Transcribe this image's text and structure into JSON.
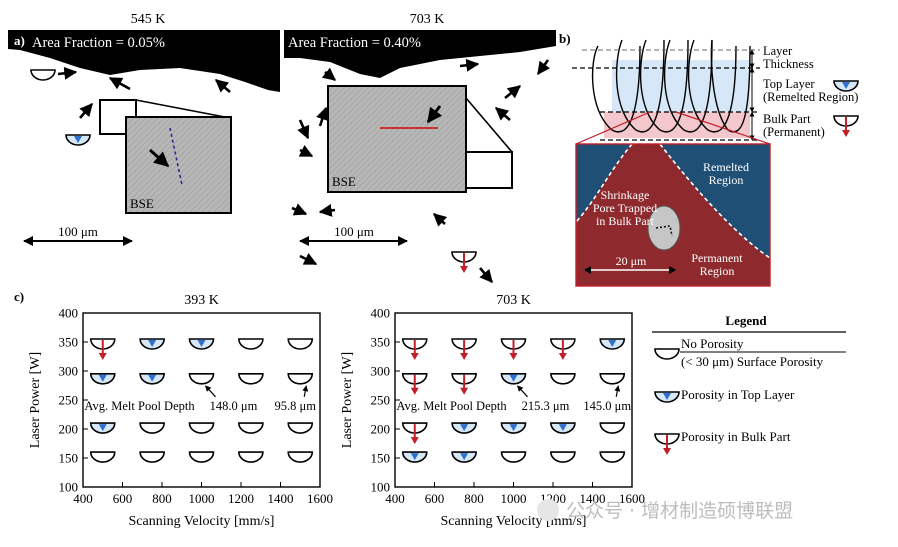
{
  "panel_a": {
    "label": "a)",
    "left": {
      "temp": "545 K",
      "area_fraction": "Area Fraction = 0.05%",
      "inset_label": "BSE",
      "scale": "100 μm"
    },
    "right": {
      "temp": "703 K",
      "area_fraction": "Area Fraction = 0.40%",
      "inset_label": "BSE",
      "scale": "100 μm"
    }
  },
  "panel_b": {
    "label": "b)",
    "labels": {
      "layer_thickness_1": "Layer",
      "layer_thickness_2": "Thickness",
      "top_layer_1": "Top Layer",
      "top_layer_2": "(Remelted Region)",
      "bulk_part_1": "Bulk Part",
      "bulk_part_2": "(Permanent)"
    },
    "micrograph": {
      "remelted_1": "Remelted",
      "remelted_2": "Region",
      "shrinkage_1": "Shrinkage",
      "shrinkage_2": "Pore Trapped",
      "shrinkage_3": "in Bulk Part",
      "permanent_1": "Permanent",
      "permanent_2": "Region",
      "scale": "20 μm"
    }
  },
  "panel_c": {
    "label": "c)"
  },
  "legend": {
    "title": "Legend",
    "no_porosity_1": "No Porosity",
    "no_porosity_2": "(< 30 μm) Surface Porosity",
    "top_layer": "Porosity in Top Layer",
    "bulk_part": "Porosity in Bulk Part"
  },
  "colors": {
    "top_layer_blue": "#2f6fd0",
    "bulk_red": "#c21f2a",
    "remelted_fill": "#d6e8f7",
    "bulk_fill": "#f3c7cc"
  },
  "watermark": "公众号 · 增材制造硕博联盟",
  "chart_data": [
    {
      "type": "scatter",
      "title": "393 K",
      "xlabel": "Scanning Velocity [mm/s]",
      "ylabel": "Laser Power [W]",
      "xlim": [
        400,
        1600
      ],
      "ylim": [
        100,
        400
      ],
      "xticks": [
        400,
        600,
        800,
        1000,
        1200,
        1400,
        1600
      ],
      "yticks": [
        100,
        150,
        200,
        250,
        300,
        350,
        400
      ],
      "marker_legend": {
        "N": "No Porosity",
        "T": "Porosity in Top Layer",
        "B": "Porosity in Bulk Part"
      },
      "points": [
        {
          "x": 500,
          "y": 350,
          "m": "B"
        },
        {
          "x": 750,
          "y": 350,
          "m": "T"
        },
        {
          "x": 1000,
          "y": 350,
          "m": "T"
        },
        {
          "x": 1250,
          "y": 350,
          "m": "N"
        },
        {
          "x": 1500,
          "y": 350,
          "m": "N"
        },
        {
          "x": 500,
          "y": 290,
          "m": "T"
        },
        {
          "x": 750,
          "y": 290,
          "m": "T"
        },
        {
          "x": 1000,
          "y": 290,
          "m": "N"
        },
        {
          "x": 1250,
          "y": 290,
          "m": "N"
        },
        {
          "x": 1500,
          "y": 290,
          "m": "N"
        },
        {
          "x": 500,
          "y": 205,
          "m": "T"
        },
        {
          "x": 750,
          "y": 205,
          "m": "N"
        },
        {
          "x": 1000,
          "y": 205,
          "m": "N"
        },
        {
          "x": 1250,
          "y": 205,
          "m": "N"
        },
        {
          "x": 1500,
          "y": 205,
          "m": "N"
        },
        {
          "x": 500,
          "y": 155,
          "m": "N"
        },
        {
          "x": 750,
          "y": 155,
          "m": "N"
        },
        {
          "x": 1000,
          "y": 155,
          "m": "N"
        },
        {
          "x": 1250,
          "y": 155,
          "m": "N"
        },
        {
          "x": 1500,
          "y": 155,
          "m": "N"
        }
      ],
      "annotation": {
        "prefix": "Avg. Melt Pool Depth",
        "values": [
          "148.0 μm",
          "95.8 μm"
        ]
      }
    },
    {
      "type": "scatter",
      "title": "703 K",
      "xlabel": "Scanning Velocity [mm/s]",
      "ylabel": "Laser Power [W]",
      "xlim": [
        400,
        1600
      ],
      "ylim": [
        100,
        400
      ],
      "xticks": [
        400,
        600,
        800,
        1000,
        1200,
        1400,
        1600
      ],
      "yticks": [
        100,
        150,
        200,
        250,
        300,
        350,
        400
      ],
      "marker_legend": {
        "N": "No Porosity",
        "T": "Porosity in Top Layer",
        "B": "Porosity in Bulk Part"
      },
      "points": [
        {
          "x": 500,
          "y": 350,
          "m": "B"
        },
        {
          "x": 750,
          "y": 350,
          "m": "B"
        },
        {
          "x": 1000,
          "y": 350,
          "m": "B"
        },
        {
          "x": 1250,
          "y": 350,
          "m": "B"
        },
        {
          "x": 1500,
          "y": 350,
          "m": "T"
        },
        {
          "x": 500,
          "y": 290,
          "m": "B"
        },
        {
          "x": 750,
          "y": 290,
          "m": "B"
        },
        {
          "x": 1000,
          "y": 290,
          "m": "T"
        },
        {
          "x": 1250,
          "y": 290,
          "m": "N"
        },
        {
          "x": 1500,
          "y": 290,
          "m": "N"
        },
        {
          "x": 500,
          "y": 205,
          "m": "B"
        },
        {
          "x": 750,
          "y": 205,
          "m": "T"
        },
        {
          "x": 1000,
          "y": 205,
          "m": "T"
        },
        {
          "x": 1250,
          "y": 205,
          "m": "T"
        },
        {
          "x": 1500,
          "y": 205,
          "m": "N"
        },
        {
          "x": 500,
          "y": 155,
          "m": "T"
        },
        {
          "x": 750,
          "y": 155,
          "m": "T"
        },
        {
          "x": 1000,
          "y": 155,
          "m": "N"
        },
        {
          "x": 1250,
          "y": 155,
          "m": "N"
        },
        {
          "x": 1500,
          "y": 155,
          "m": "N"
        }
      ],
      "annotation": {
        "prefix": "Avg. Melt Pool Depth",
        "values": [
          "215.3 μm",
          "145.0 μm"
        ]
      }
    }
  ]
}
